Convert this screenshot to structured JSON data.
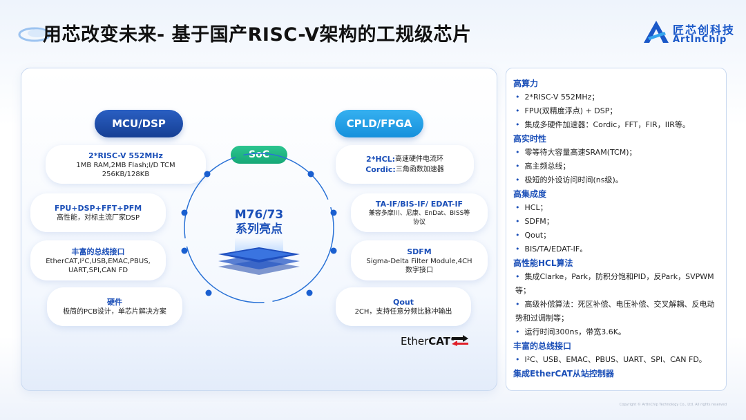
{
  "header": {
    "title": "用芯改变未来- 基于国产RISC-V架构的工规级芯片",
    "logo_cn": "匠芯创科技",
    "logo_en": "ArtInChip"
  },
  "diagram": {
    "mcu_label": "MCU/DSP",
    "cpld_label": "CPLD/FPGA",
    "soc_label": "SoC",
    "center_line1": "M76/73",
    "center_line2": "系列亮点",
    "left_cards": [
      {
        "title": "2*RISC-V 552MHz",
        "body1": "1MB RAM,2MB Flash;I/D TCM",
        "body2": "256KB/128KB"
      },
      {
        "title": "FPU+DSP+FFT+PFM",
        "body1": "高性能，对标主流厂家DSP"
      },
      {
        "title": "丰富的总线接口",
        "body1": "EtherCAT,I²C,USB,EMAC,PBUS,",
        "body2": "UART,SPI,CAN FD"
      },
      {
        "title": "硬件",
        "body1": "极简的PCB设计，单芯片解决方案"
      }
    ],
    "right_cards": [
      {
        "row1_key": "2*HCL:",
        "row1_val": "高速硬件电流环",
        "row2_key": "Cordic:",
        "row2_val": "三角函数加速器"
      },
      {
        "title": "TA-IF/BIS-IF/ EDAT-IF",
        "body1": "兼容多摩川、尼康、EnDat、BISS等",
        "body2": "协议"
      },
      {
        "title": "SDFM",
        "body1": "Sigma-Delta Filter Module,4CH",
        "body2": "数字接口"
      },
      {
        "title": "Qout",
        "body1": "2CH，支持任意分频比脉冲输出"
      }
    ],
    "ethercat_prefix": "Ether",
    "ethercat_suffix": "CAT",
    "ethercat_mark": "®"
  },
  "side_panel": {
    "sections": [
      {
        "heading": "高算力",
        "items": [
          "2*RISC-V 552MHz；",
          "FPU(双精度浮点) + DSP；",
          "集成多硬件加速器：Cordic，FFT，FIR，IIR等。"
        ]
      },
      {
        "heading": "高实时性",
        "items": [
          "零等待大容量高速SRAM(TCM)；",
          "高主频总线；",
          "极短的外设访问时间(ns级)。"
        ]
      },
      {
        "heading": "高集成度",
        "items": [
          "HCL；",
          "SDFM；",
          "Qout；",
          "BIS/TA/EDAT-IF。"
        ]
      },
      {
        "heading": "高性能HCL算法",
        "items": [
          "集成Clarke，Park，防积分饱和PID，反Park，SVPWM等；",
          "高级补偿算法：死区补偿、电压补偿、交叉解耦、反电动势和过调制等；",
          "运行时间300ns，带宽3.6K。"
        ]
      },
      {
        "heading": "丰富的总线接口",
        "items": [
          "I²C、USB、EMAC、PBUS、UART、SPI、CAN FD。"
        ]
      },
      {
        "heading": "集成EtherCAT从站控制器",
        "items": []
      }
    ]
  },
  "footer": {
    "copyright": "Copyright © ArtInChip Technology Co., Ltd. All rights reserved"
  },
  "colors": {
    "accent_dark_blue": "#1b4fb8",
    "mcu_pill": "#1f4fad",
    "cpld_pill": "#1fa0e6",
    "soc_pill": "#1fb884"
  }
}
